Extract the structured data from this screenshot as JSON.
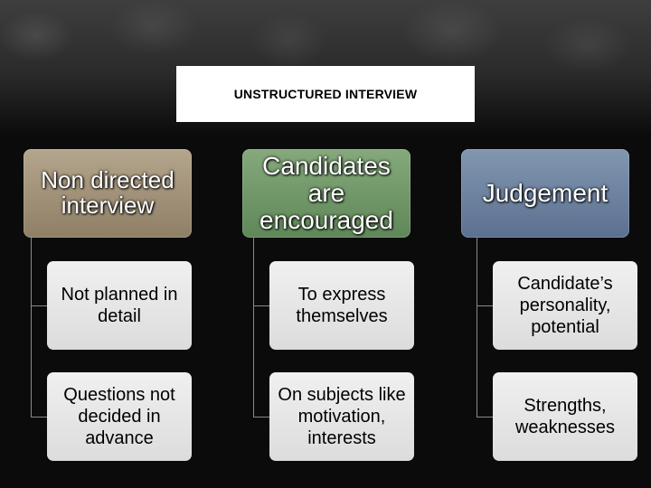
{
  "title": "UNSTRUCTURED INTERVIEW",
  "columns": [
    {
      "header": "Non directed interview",
      "items": [
        "Not planned in detail",
        "Questions not decided in advance"
      ]
    },
    {
      "header": "Candidates are encouraged",
      "items": [
        "To express themselves",
        "On subjects like motivation, interests"
      ]
    },
    {
      "header": "Judgement",
      "items": [
        "Candidate’s personality, potential",
        "Strengths, weaknesses"
      ]
    }
  ],
  "colors": {
    "background": "#0b0b0b",
    "header_1": "#a08f76",
    "header_2": "#729a69",
    "header_3": "#6f84a0",
    "card": "#e6e6e6"
  }
}
